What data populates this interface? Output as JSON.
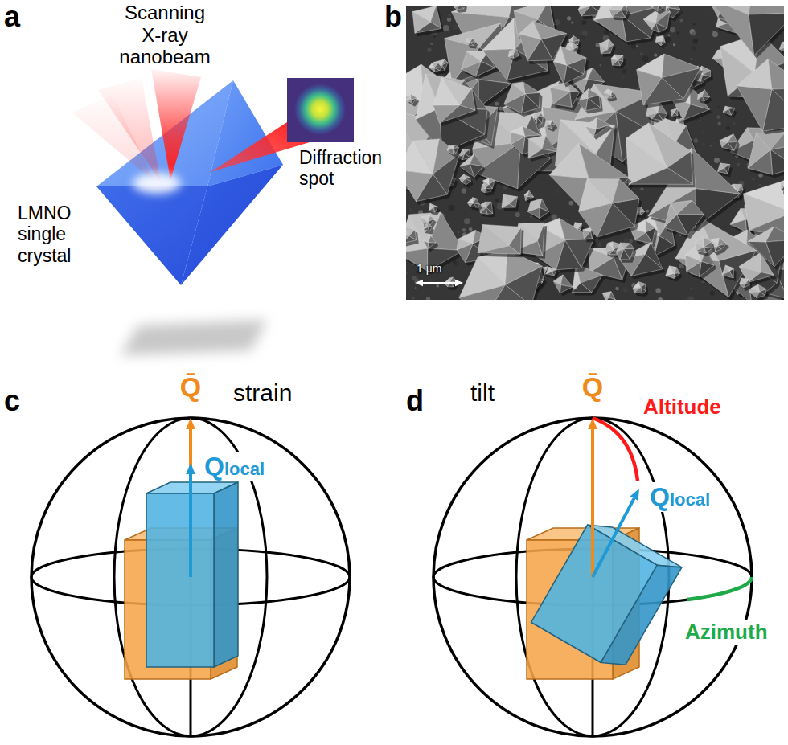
{
  "diagram": {
    "labels": [
      "a",
      "Scanning X-ray nanobeam",
      "Diffraction spot",
      "LMNO single crystal",
      "b",
      "1 µm",
      "c",
      "Q̄",
      "strain",
      "Qlocal",
      "d",
      "Q̄",
      "tilt",
      "Altitude",
      "Qlocal",
      "Azimuth"
    ]
  }
}
